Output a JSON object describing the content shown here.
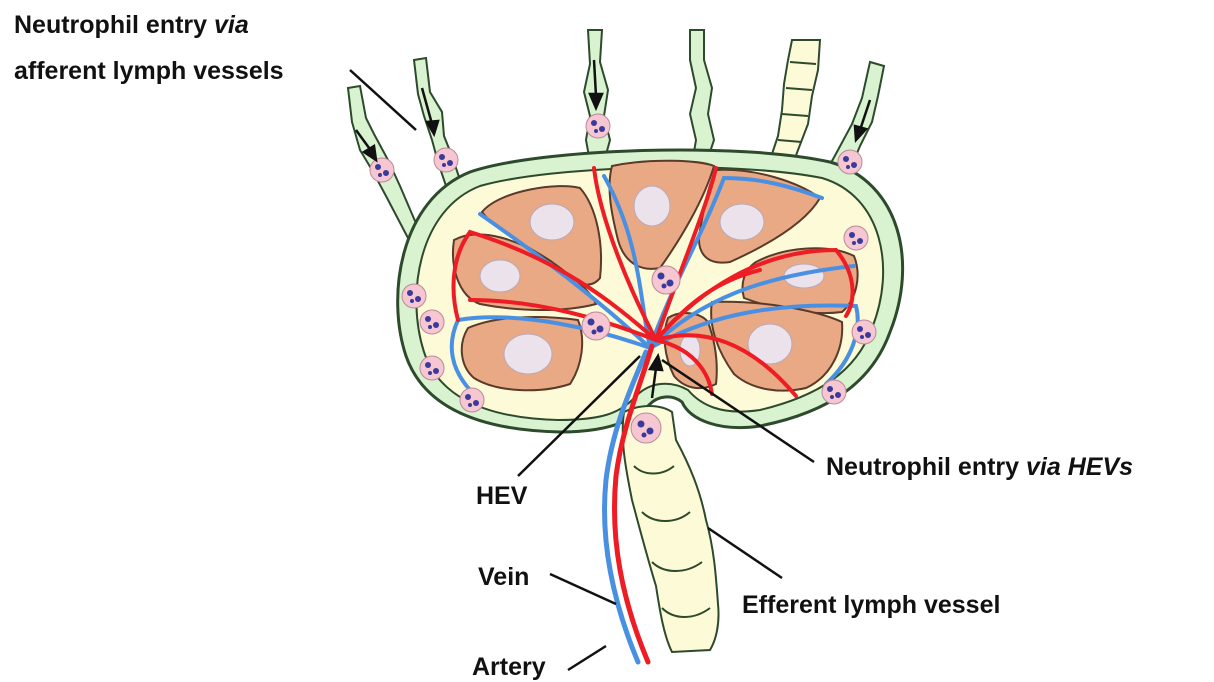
{
  "labels": {
    "afferent": {
      "line1_text": "Neutrophil entry ",
      "line1_italic": "via",
      "line2_text": "afferent lymph vessels"
    },
    "hevs": {
      "text": "Neutrophil entry ",
      "italic": "via HEVs"
    },
    "hev": "HEV",
    "vein": "Vein",
    "artery": "Artery",
    "efferent": "Efferent lymph vessel"
  },
  "colors": {
    "capsule_fill": "#d9f2d0",
    "capsule_stroke": "#2d4a2d",
    "sinus_fill": "#fdfad8",
    "follicle_fill": "#eaa985",
    "germinal_center_fill": "#ece2ec",
    "artery": "#ee1c24",
    "vein": "#4a90e2",
    "neutrophil_fill": "#f6c6d2",
    "neutrophil_nucleus": "#3a3a9a",
    "text": "#111111"
  }
}
